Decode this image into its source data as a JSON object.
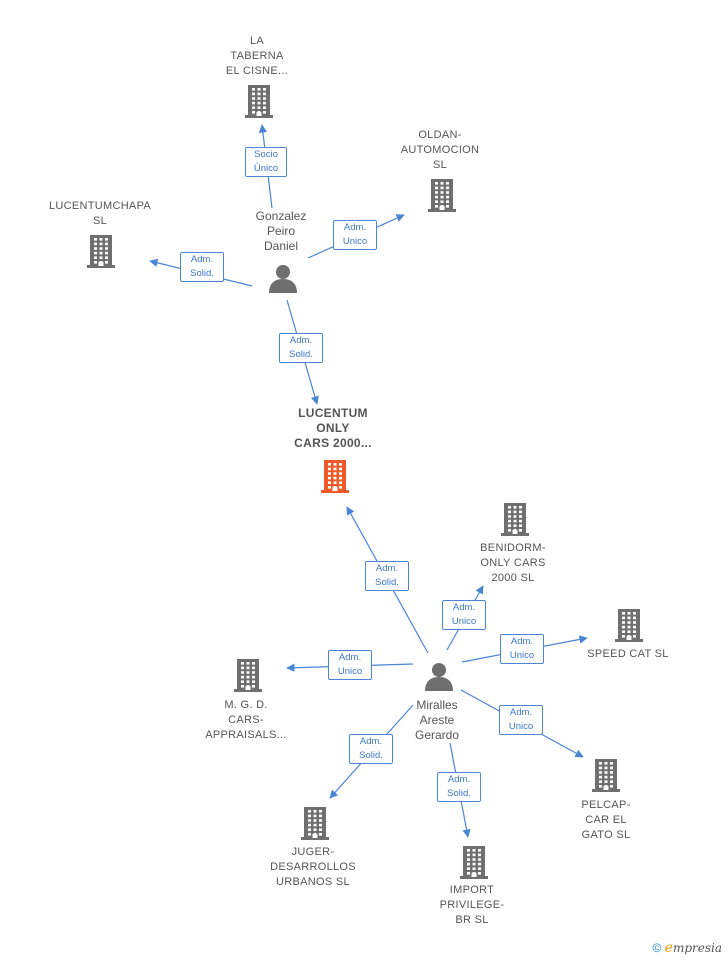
{
  "colors": {
    "edge": "#4a86d4",
    "building": "#6f6f6f",
    "building_focus": "#f05a28",
    "person": "#6f6f6f"
  },
  "nodes": [
    {
      "id": "taberna",
      "type": "company",
      "label": "LA\nTABERNA\nEL CISNE..."
    },
    {
      "id": "oldan",
      "type": "company",
      "label": "OLDAN-\nAUTOMOCION\nSL"
    },
    {
      "id": "lucentumchapa",
      "type": "company",
      "label": "LUCENTUMCHAPA\nSL"
    },
    {
      "id": "gonzalez",
      "type": "person",
      "label": "Gonzalez\nPeiro\nDaniel"
    },
    {
      "id": "lucentum",
      "type": "company-focus",
      "label": "LUCENTUM\nONLY\nCARS 2000..."
    },
    {
      "id": "benidorm",
      "type": "company",
      "label": "BENIDORM-\nONLY CARS\n2000  SL"
    },
    {
      "id": "speedcat",
      "type": "company",
      "label": "SPEED CAT  SL"
    },
    {
      "id": "mgd",
      "type": "company",
      "label": "M.  G. D.\nCARS-\nAPPRAISALS..."
    },
    {
      "id": "miralles",
      "type": "person",
      "label": "Miralles\nAreste\nGerardo"
    },
    {
      "id": "pelcap",
      "type": "company",
      "label": "PELCAP-\nCAR EL\nGATO SL"
    },
    {
      "id": "juger",
      "type": "company",
      "label": "JUGER-\nDESARROLLOS\nURBANOS  SL"
    },
    {
      "id": "import",
      "type": "company",
      "label": "IMPORT\nPRIVILEGE-\nBR  SL"
    }
  ],
  "edges": [
    {
      "from": "gonzalez",
      "to": "taberna",
      "label": "Socio\nÚnico"
    },
    {
      "from": "gonzalez",
      "to": "oldan",
      "label": "Adm.\nUnico"
    },
    {
      "from": "gonzalez",
      "to": "lucentumchapa",
      "label": "Adm.\nSolid."
    },
    {
      "from": "gonzalez",
      "to": "lucentum",
      "label": "Adm.\nSolid."
    },
    {
      "from": "miralles",
      "to": "lucentum",
      "label": "Adm.\nSolid."
    },
    {
      "from": "miralles",
      "to": "benidorm",
      "label": "Adm.\nUnico"
    },
    {
      "from": "miralles",
      "to": "speedcat",
      "label": "Adm.\nUnico"
    },
    {
      "from": "miralles",
      "to": "mgd",
      "label": "Adm.\nUnico"
    },
    {
      "from": "miralles",
      "to": "pelcap",
      "label": "Adm.\nUnico"
    },
    {
      "from": "miralles",
      "to": "juger",
      "label": "Adm.\nSolid."
    },
    {
      "from": "miralles",
      "to": "import",
      "label": "Adm.\nSolid."
    }
  ],
  "brand": {
    "copyright": "©",
    "e": "e",
    "rest": "mpresia"
  }
}
